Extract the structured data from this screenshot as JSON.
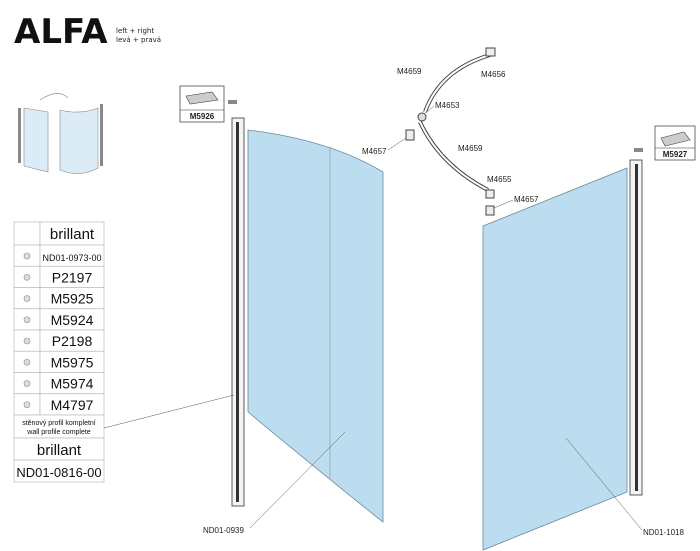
{
  "header": {
    "title": "ALFA",
    "subtitle_en": "left + right",
    "subtitle_cz": "levá + pravá"
  },
  "parts_table": {
    "header": "brillant",
    "rows": [
      {
        "icon": "bent-rod-icon",
        "code": "ND01-0973-00"
      },
      {
        "icon": "curved-rod-icon",
        "code": "P2197"
      },
      {
        "icon": "bracket-icon",
        "code": "M5925"
      },
      {
        "icon": "clamp-icon",
        "code": "M5924"
      },
      {
        "icon": "profile-icon",
        "code": "P2198"
      },
      {
        "icon": "screw-icon",
        "code": "M5975"
      },
      {
        "icon": "knob-icon",
        "code": "M5974"
      },
      {
        "icon": "connector-icon",
        "code": "M4797"
      }
    ],
    "wall_profile_cz": "stěnový profil kompletní",
    "wall_profile_en": "wall profile complete",
    "wall_profile_finish": "brillant",
    "wall_profile_code": "ND01-0816-00"
  },
  "callouts": {
    "m5926": "M5926",
    "m5927": "M5927",
    "m4659_top": "M4659",
    "m4656": "M4656",
    "m4653": "M4653",
    "m4657_left": "M4657",
    "m4659_mid": "M4659",
    "m4655": "M4655",
    "m4657_right": "M4657",
    "left_glass": "ND01-0939",
    "right_glass": "ND01-1018"
  },
  "colors": {
    "glass": "#bcdcef"
  }
}
